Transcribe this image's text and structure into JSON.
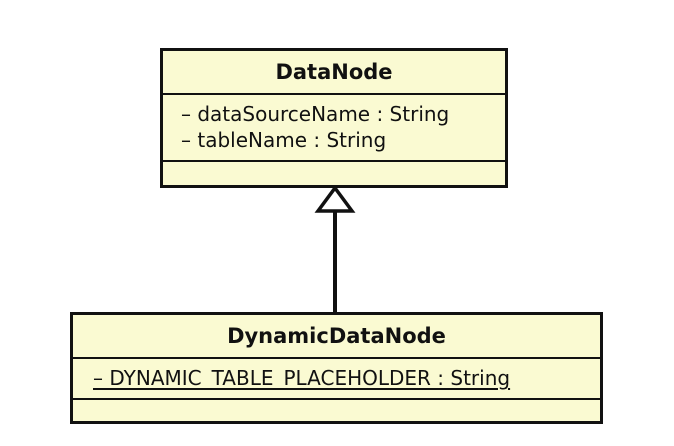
{
  "diagram": {
    "type": "uml-class-diagram",
    "background_color": "#ffffff",
    "class_fill_color": "#fafad2",
    "border_color": "#111111"
  },
  "classes": [
    {
      "id": "datanode",
      "name": "DataNode",
      "attributes": [
        {
          "text": "– dataSourceName : String",
          "static": false
        },
        {
          "text": "– tableName : String",
          "static": false
        }
      ],
      "operations": []
    },
    {
      "id": "dynamicdatanode",
      "name": "DynamicDataNode",
      "attributes": [
        {
          "text": "– DYNAMIC_TABLE_PLACEHOLDER : String",
          "static": true
        }
      ],
      "operations": []
    }
  ],
  "relationships": [
    {
      "kind": "generalization",
      "label": "",
      "from": "DynamicDataNode",
      "to": "DataNode"
    }
  ]
}
